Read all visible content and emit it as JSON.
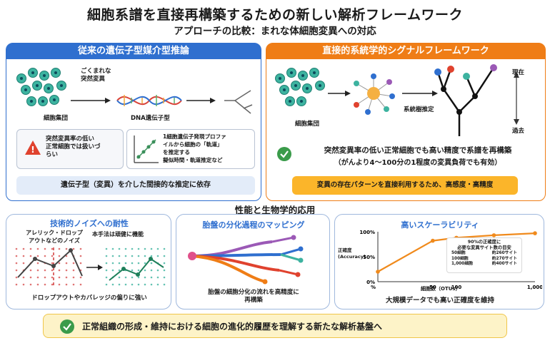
{
  "title": "細胞系譜を直接再構築するための新しい解析フレームワーク",
  "subtitle": "アプローチの比較：まれな体細胞変異への対応",
  "left_panel": {
    "header": "従来の遺伝子型媒介型推論",
    "rare_mutation_label": "ごくまれな\n突然変異",
    "cell_population_label": "細胞集団",
    "dna_label": "DNA遺伝子型",
    "warning_text": "突然変異率の低い\n正常細胞では扱いづ\nらい",
    "trajectory_text": "1細胞遺伝子発現プロファ\nイルから細胞の「軌道」\nを推定する\n擬似時間・軌道推定など",
    "footer": "遺伝子型（変異）を介した間接的な推定に依存"
  },
  "right_panel": {
    "header": "直接的系統学的シグナルフレームワーク",
    "cell_population_label": "細胞集団",
    "tree_label": "系統樹推定",
    "present_label": "現在",
    "past_label": "過去",
    "main_text_1": "突然変異率の低い正常細胞でも高い精度で系譜を再構築",
    "main_text_2": "（がんより4〜100分の1程度の変異負荷でも有効）",
    "footer": "変異の存在パターンを直接利用するため、高感度・高精度"
  },
  "section_title": "性能と生物学的応用",
  "noise_panel": {
    "title": "技術的ノイズへの耐性",
    "noise_label": "アレリック・ドロップ\nアウトなどのノイズ",
    "robust_label": "本手法は頑健に機能",
    "footer": "ドロップアウトやカバレッジの偏りに強い"
  },
  "placenta_panel": {
    "title": "胎盤の分化過程のマッピング",
    "footer": "胎盤の細胞分化の流れを高精度に\n再構築"
  },
  "scale_panel": {
    "title": "高いスケーラビリティ",
    "ylabel": "正確度\n(Accuracy)",
    "xlabel": "細胞数（OTUs）",
    "inset_title": "90%の正確度に\n必要な変異サイト数の目安",
    "inset_rows": [
      {
        "cells": "50細胞",
        "sites": "約260サイト"
      },
      {
        "cells": "100細胞",
        "sites": "約270サイト"
      },
      {
        "cells": "1,000細胞",
        "sites": "約400サイト"
      }
    ],
    "footer": "大規模データでも高い正確度を維持"
  },
  "chart_data": {
    "type": "line",
    "x": [
      10,
      50,
      100,
      300,
      1000
    ],
    "y": [
      20,
      82,
      88,
      93,
      97
    ],
    "xticks": [
      "50",
      "100",
      "1,000"
    ],
    "yticks": [
      "100%",
      "50%",
      "0%"
    ],
    "xlabel": "細胞数（OTUs）",
    "ylabel": "正確度 (Accuracy)",
    "ylim": [
      0,
      100
    ],
    "xscale": "log",
    "x_origin_label": "%",
    "color": "#f08a1c"
  },
  "bottom_banner": "正常組織の形成・維持における細胞の進化的履歴を理解する新たな解析基盤へ",
  "colors": {
    "blue": "#2f6fcf",
    "orange": "#ef7d16",
    "teal": "#3db3a0",
    "banner": "#fdf3c8"
  }
}
